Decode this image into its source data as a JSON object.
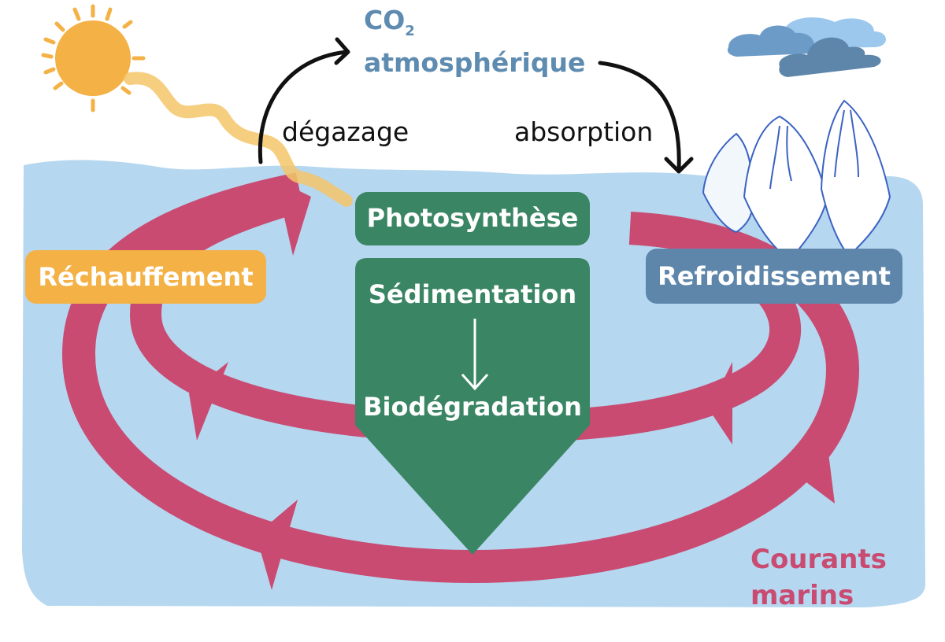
{
  "diagram": {
    "title": "Cycle du carbone océanique",
    "atmosphere": {
      "label_main": "CO",
      "label_sub": "2",
      "label_line2": "atmosphérique"
    },
    "flows": {
      "left": "dégazage",
      "right": "absorption"
    },
    "boxes": {
      "warming": "Réchauffement",
      "cooling": "Refroidissement",
      "photosynthesis": "Photosynthèse",
      "sedimentation": "Sédimentation",
      "biodegradation": "Biodégradation"
    },
    "currents": {
      "line1": "Courants",
      "line2": "marins"
    },
    "icons": [
      "sun-icon",
      "cloud-icon",
      "iceberg-icon",
      "wavy-sunray",
      "arrow"
    ],
    "colors": {
      "ocean": "#b5d7ef",
      "current": "#c94b72",
      "sun": "#f4b145",
      "warming": "#f4b145",
      "cooling": "#5e86ab",
      "green": "#3a8563",
      "co2_text": "#5e8bb0"
    }
  }
}
